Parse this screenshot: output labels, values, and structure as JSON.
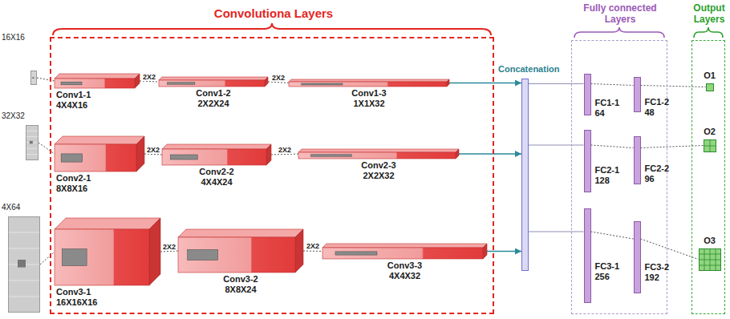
{
  "diagram": {
    "nodes": [
      {
        "text": [
          "16X16"
        ]
      },
      {
        "text": [
          "32X32"
        ]
      },
      {
        "text": [
          "4X64"
        ]
      },
      {
        "text": [
          "Convolutiona Layers"
        ]
      },
      {
        "text": [
          "Conv1-1",
          "4X4X16"
        ],
        "in": 3
      },
      {
        "text": [
          "Conv1-2",
          "2X2X24"
        ],
        "in": 3
      },
      {
        "text": [
          "Conv1-3",
          "1X1X32"
        ],
        "in": 3
      },
      {
        "text": [
          "Conv2-1",
          "8X8X16"
        ],
        "in": 3
      },
      {
        "text": [
          "Conv2-2",
          "4X4X24"
        ],
        "in": 3
      },
      {
        "text": [
          "Conv2-3",
          "2X2X32"
        ],
        "in": 3
      },
      {
        "text": [
          "Conv3-1",
          "16X16X16"
        ],
        "in": 3
      },
      {
        "text": [
          "Conv3-2",
          "8X8X24"
        ],
        "in": 3
      },
      {
        "text": [
          "Conv3-3",
          "4X4X32"
        ],
        "in": 3
      },
      {
        "text": [
          "Concatenation"
        ]
      },
      {
        "text": [
          "Fully connected Layers"
        ]
      },
      {
        "text": [
          "FC1-1",
          "64"
        ],
        "in": 14
      },
      {
        "text": [
          "FC1-2",
          "48"
        ],
        "in": 14
      },
      {
        "text": [
          "FC2-1",
          "128"
        ],
        "in": 14
      },
      {
        "text": [
          "FC2-2",
          "96"
        ],
        "in": 14
      },
      {
        "text": [
          "FC3-1",
          "256"
        ],
        "in": 14
      },
      {
        "text": [
          "FC3-2",
          "192"
        ],
        "in": 14
      },
      {
        "text": [
          "Output Layers"
        ]
      },
      {
        "text": [
          "O1"
        ],
        "in": 21
      },
      {
        "text": [
          "O2"
        ],
        "in": 21
      },
      {
        "text": [
          "O3"
        ],
        "in": 21
      }
    ],
    "edges": [
      {
        "from": 0,
        "to": 4,
        "arrow": "none"
      },
      {
        "from": 1,
        "to": 7,
        "arrow": "none"
      },
      {
        "from": 2,
        "to": 10,
        "arrow": "none"
      },
      {
        "from": 4,
        "to": 5,
        "label": "2X2",
        "arrow": "none"
      },
      {
        "from": 5,
        "to": 6,
        "label": "2X2",
        "arrow": "none"
      },
      {
        "from": 7,
        "to": 8,
        "label": "2X2",
        "arrow": "none"
      },
      {
        "from": 8,
        "to": 9,
        "label": "2X2",
        "arrow": "none"
      },
      {
        "from": 10,
        "to": 11,
        "label": "2X2",
        "arrow": "none"
      },
      {
        "from": 11,
        "to": 12,
        "label": "2X2",
        "arrow": "none"
      },
      {
        "from": 6,
        "to": 13,
        "arrow": "to"
      },
      {
        "from": 9,
        "to": 13,
        "arrow": "to"
      },
      {
        "from": 12,
        "to": 13,
        "arrow": "to"
      },
      {
        "from": 13,
        "to": 15,
        "arrow": "none"
      },
      {
        "from": 13,
        "to": 17,
        "arrow": "none"
      },
      {
        "from": 13,
        "to": 19,
        "arrow": "none"
      },
      {
        "from": 15,
        "to": 16,
        "arrow": "none"
      },
      {
        "from": 17,
        "to": 18,
        "arrow": "none"
      },
      {
        "from": 19,
        "to": 20,
        "arrow": "none"
      },
      {
        "from": 16,
        "to": 22,
        "arrow": "none"
      },
      {
        "from": 18,
        "to": 23,
        "arrow": "none"
      },
      {
        "from": 20,
        "to": 24,
        "arrow": "none"
      }
    ]
  }
}
